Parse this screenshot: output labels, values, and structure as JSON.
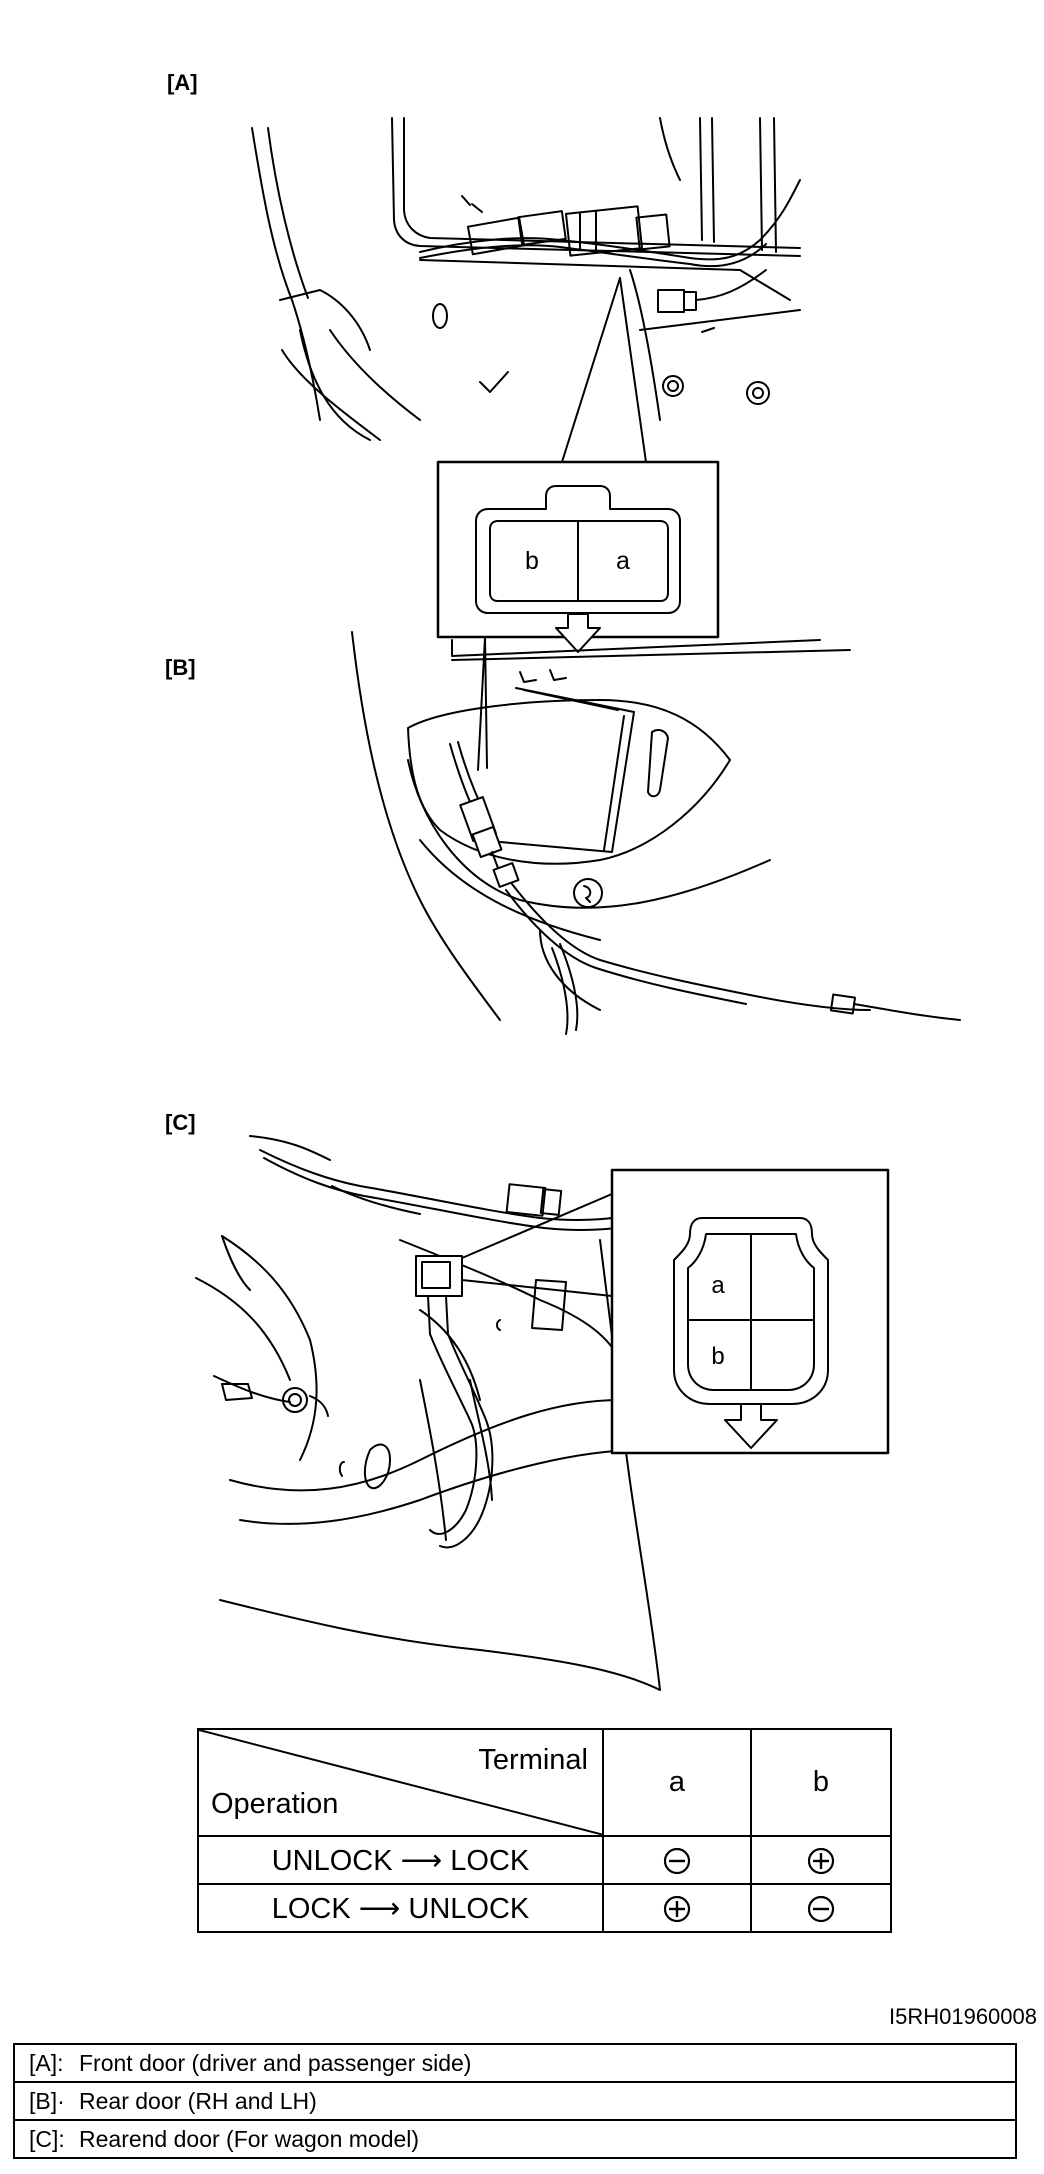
{
  "panels": {
    "a": {
      "label": "[A]"
    },
    "b": {
      "label": "[B]"
    },
    "c": {
      "label": "[C]"
    }
  },
  "connector_a": {
    "pin_left": "b",
    "pin_right": "a"
  },
  "connector_c": {
    "pin_top": "a",
    "pin_bottom": "b"
  },
  "table": {
    "header_terminal": "Terminal",
    "header_operation": "Operation",
    "col_a": "a",
    "col_b": "b",
    "rows": [
      {
        "operation": "UNLOCK ⟶ LOCK",
        "a": "negative",
        "b": "positive"
      },
      {
        "operation": "LOCK ⟶ UNLOCK",
        "a": "positive",
        "b": "negative"
      }
    ]
  },
  "figure_code": "I5RH01960008",
  "legend": [
    {
      "key": "[A]:",
      "text": "Front door (driver and passenger side)"
    },
    {
      "key": "[B]·",
      "text": "Rear door (RH and LH)"
    },
    {
      "key": "[C]:",
      "text": "Rearend door (For wagon model)"
    }
  ]
}
